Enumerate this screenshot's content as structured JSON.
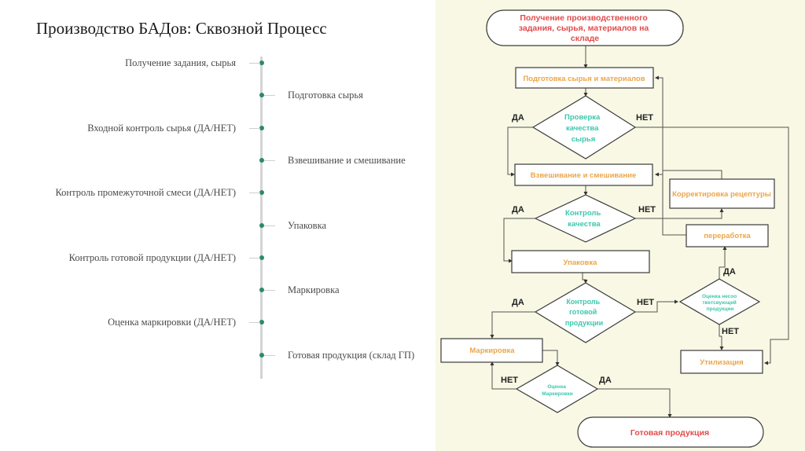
{
  "title": "Производство БАДов: Сквозной Процесс",
  "timeline": {
    "items": [
      {
        "label": "Получение задания, сырья",
        "side": "left"
      },
      {
        "label": "Подготовка сырья",
        "side": "right"
      },
      {
        "label": "Входной контроль сырья (ДА/НЕТ)",
        "side": "left"
      },
      {
        "label": "Взвешивание и смешивание",
        "side": "right"
      },
      {
        "label": "Контроль промежуточной смеси (ДА/НЕТ)",
        "side": "left"
      },
      {
        "label": "Упаковка",
        "side": "right"
      },
      {
        "label": "Контроль готовой продукции (ДА/НЕТ)",
        "side": "left"
      },
      {
        "label": "Маркировка",
        "side": "right"
      },
      {
        "label": "Оценка маркировки (ДА/НЕТ)",
        "side": "left"
      },
      {
        "label": "Готовая продукция (склад ГП)",
        "side": "right"
      }
    ]
  },
  "flowchart": {
    "start": [
      "Получение производственного",
      "задания, сырья, материалов на",
      "складе"
    ],
    "prep": "Подготовка сырья и материалов",
    "check_raw": [
      "Проверка",
      "качества",
      "сырья"
    ],
    "weigh": "Взвешивание и смешивание",
    "correction": "Корректировка рецептуры",
    "check_quality": [
      "Контроль",
      "качества"
    ],
    "rework": "переработка",
    "pack": "Упаковка",
    "check_final": [
      "Контроль",
      "готовой",
      "продукции"
    ],
    "assess_nc": [
      "Оценка несоо",
      "тветсвующей",
      "продукции"
    ],
    "label_box": "Маркировка",
    "disposal": "Утилизация",
    "assess_label": [
      "Оценка",
      "Маркировки"
    ],
    "end": "Готовая продукция",
    "yes": "ДА",
    "no": "НЕТ"
  },
  "colors": {
    "accent_dot": "#2a8a68",
    "panel_bg": "#f8f8e4",
    "terminal_text": "#e24b4b",
    "process_text": "#eba64a",
    "decision_text": "#3cc7ad"
  }
}
